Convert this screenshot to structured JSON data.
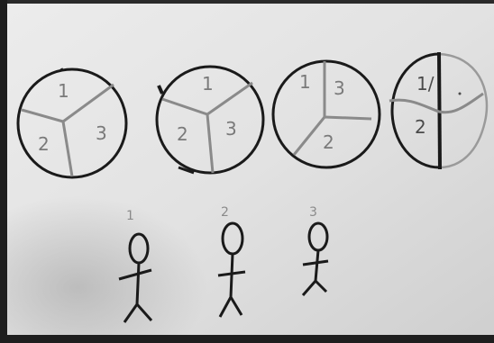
{
  "circles": [
    {
      "name": "circle-three-equal-parts",
      "sections": [
        "1",
        "2",
        "3"
      ]
    },
    {
      "name": "circle-three-unequal-parts",
      "sections": [
        "1",
        "2",
        "3"
      ]
    },
    {
      "name": "circle-three-parts-uneven",
      "sections": [
        "1",
        "3",
        "2"
      ]
    },
    {
      "name": "circle-four-parts",
      "sections": [
        "1/",
        "2"
      ]
    }
  ],
  "figures": [
    {
      "name": "stick-figure-1",
      "label": "1"
    },
    {
      "name": "stick-figure-2",
      "label": "2"
    },
    {
      "name": "stick-figure-3",
      "label": "3"
    }
  ]
}
